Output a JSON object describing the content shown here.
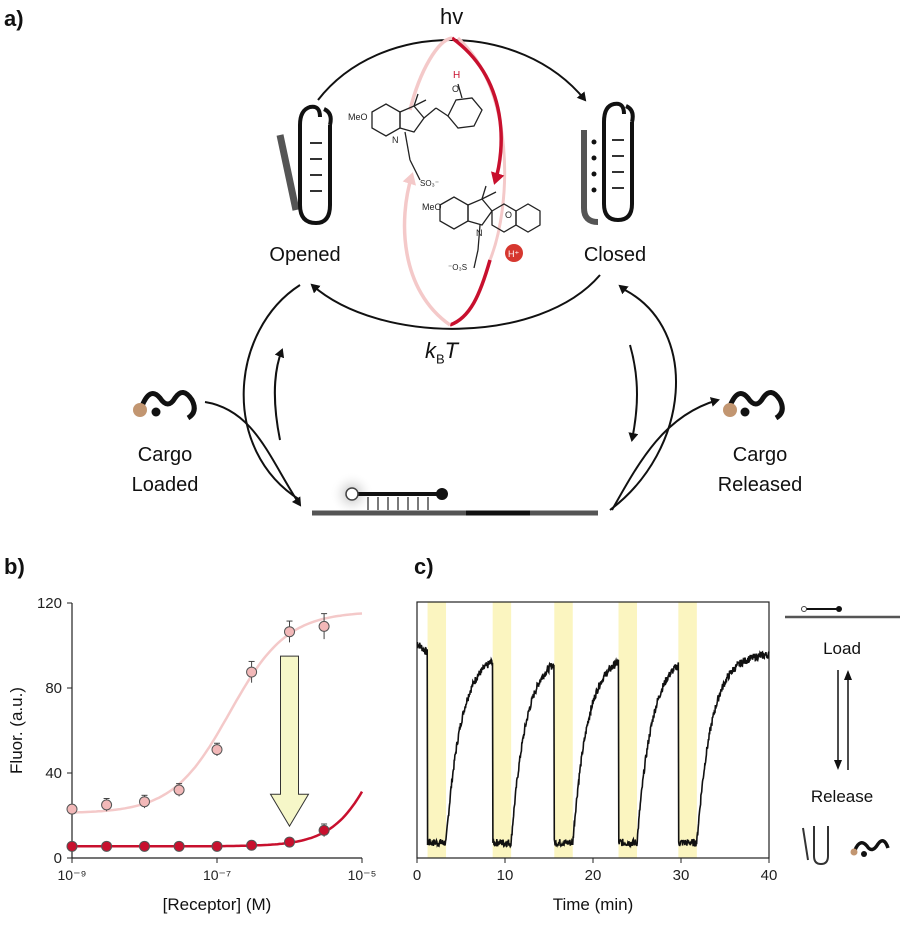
{
  "panels": {
    "a": "a)",
    "b": "b)",
    "c": "c)"
  },
  "scheme": {
    "top_label": "hv",
    "bottom_label_k": "k",
    "bottom_label_sub": "B",
    "bottom_label_T": "T",
    "opened": "Opened",
    "closed": "Closed",
    "cargo_loaded": [
      "Cargo",
      "Loaded"
    ],
    "cargo_released": [
      "Cargo",
      "Released"
    ],
    "chem": {
      "meo_top": "MeO",
      "meo_bottom": "MeO",
      "n_plus": "N",
      "so3_top": "SO₃⁻",
      "so3_bottom": "⁻O₃S",
      "oh_h": "H",
      "oh_o": "O",
      "h_plus": "H⁺",
      "ring_o": "O",
      "n_bottom": "N"
    }
  },
  "colors": {
    "dark_red": "#c8102e",
    "light_red": "#f4c9c9",
    "marker_light": "#f2b8b8",
    "highlight": "#fbf5c0",
    "arrow_fill": "#f6f7c8",
    "trace": "#111111"
  },
  "chart_data": [
    {
      "type": "scatter",
      "panel": "b)",
      "xscale": "log",
      "xlim": [
        1e-09,
        1e-05
      ],
      "ylim": [
        0,
        120
      ],
      "xlabel": "[Receptor] (M)",
      "ylabel": "Fluor. (a.u.)",
      "xticks": [
        "10⁻⁹",
        "10⁻⁷",
        "10⁻⁵"
      ],
      "yticks": [
        "0",
        "40",
        "80",
        "120"
      ],
      "series": [
        {
          "x": [
            1e-09,
            3e-09,
            1e-08,
            3e-08,
            1e-07,
            3e-07,
            1e-06,
            3e-06
          ],
          "values": [
            23,
            25,
            26.5,
            32,
            51,
            87.5,
            106.5,
            109
          ],
          "errors": [
            2,
            3,
            3,
            3,
            3,
            5,
            5,
            6
          ],
          "fit": {
            "bottom": 21,
            "top": 116,
            "ec50": 1.5e-07,
            "hill": 1.1
          }
        },
        {
          "x": [
            1e-09,
            3e-09,
            1e-08,
            3e-08,
            1e-07,
            3e-07,
            1e-06,
            3e-06
          ],
          "values": [
            5.5,
            5.5,
            5.5,
            5.5,
            5.5,
            6,
            7.5,
            13
          ],
          "errors": [
            1,
            1,
            1,
            1,
            1,
            1,
            1,
            3
          ],
          "fit": {
            "bottom": 5.5,
            "top": 116,
            "ec50": 2.5e-05,
            "hill": 1.3
          }
        }
      ]
    },
    {
      "type": "line",
      "panel": "c)",
      "xlim": [
        0,
        40
      ],
      "ylim": [
        0,
        1
      ],
      "xlabel": "Time (min)",
      "xticks": [
        "0",
        "10",
        "20",
        "30",
        "40"
      ],
      "highlight_intervals": [
        [
          1.2,
          3.3
        ],
        [
          8.6,
          10.7
        ],
        [
          15.6,
          17.7
        ],
        [
          22.9,
          25.0
        ],
        [
          29.7,
          31.8
        ]
      ],
      "trace": {
        "high": 0.8,
        "low": 0.06,
        "period_starts": [
          1.2,
          8.6,
          15.6,
          22.9,
          29.7
        ]
      },
      "side_labels": {
        "load": "Load",
        "release": "Release"
      }
    }
  ]
}
